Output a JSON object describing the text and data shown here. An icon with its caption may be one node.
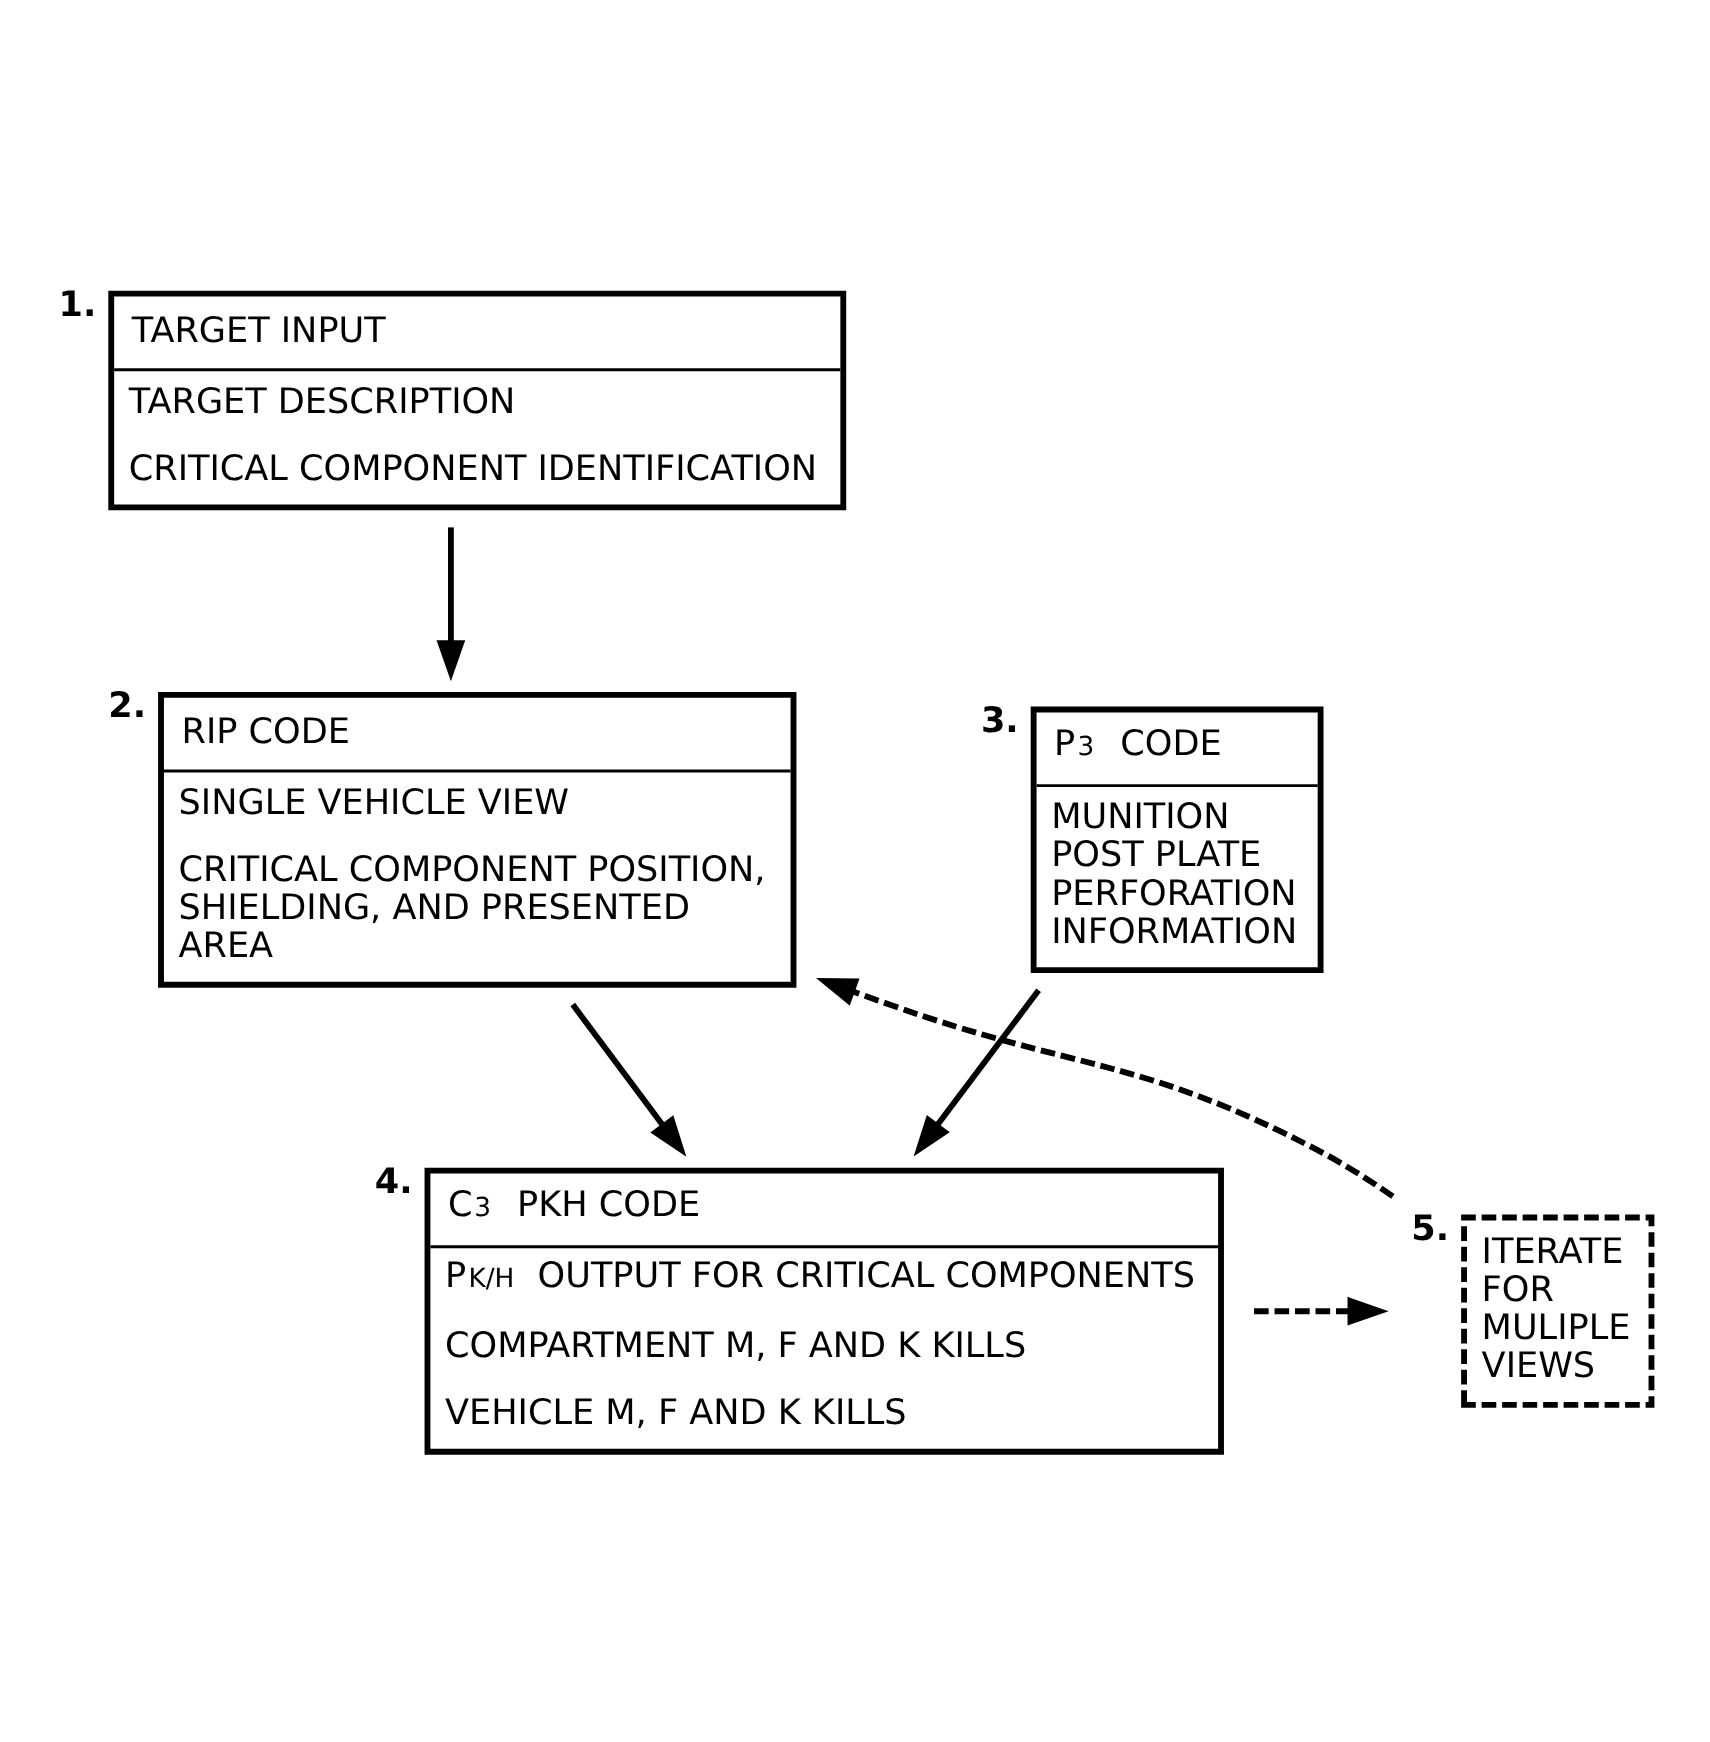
{
  "diagram": {
    "nodes": [
      {
        "text": [
          "TARGET INPUT",
          "TARGET DESCRIPTION",
          "CRITICAL COMPONENT IDENTIFICATION"
        ],
        "beside": [
          "1."
        ]
      },
      {
        "text": [
          "RIP CODE",
          "SINGLE VEHICLE VIEW",
          "CRITICAL COMPONENT POSITION, SHIELDING, AND PRESENTED AREA"
        ],
        "beside": [
          "2."
        ]
      },
      {
        "text": [
          "P$^{3}$ CODE",
          "MUNITION POST PLATE PERFORATION INFORMATION"
        ],
        "beside": [
          "3."
        ]
      },
      {
        "text": [
          "C$^{3}$ PKH CODE",
          "P$_{K/H}$ OUTPUT FOR CRITICAL COMPONENTS",
          "COMPARTMENT M, F AND K KILLS",
          "VEHICLE M, F AND K KILLS"
        ],
        "beside": [
          "4."
        ]
      },
      {
        "text": [
          "ITERATE FOR MULIPLE VIEWS"
        ],
        "beside": [
          "5."
        ]
      }
    ],
    "edges": [
      {
        "from": 0,
        "to": 1,
        "arrow": "to"
      },
      {
        "from": 1,
        "to": 3,
        "arrow": "to"
      },
      {
        "from": 2,
        "to": 3,
        "arrow": "to"
      },
      {
        "from": 3,
        "to": 4,
        "arrow": "to",
        "style": "dashed"
      },
      {
        "from": 4,
        "to": 1,
        "arrow": "to",
        "style": "dashed"
      }
    ]
  }
}
